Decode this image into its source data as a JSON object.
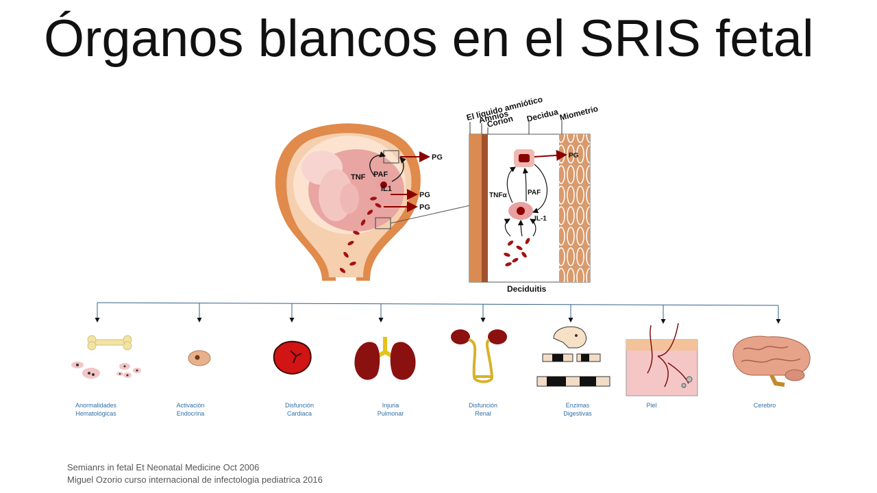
{
  "title": "Órganos blancos en el SRIS fetal",
  "uterus_labels": {
    "tnf": "TNF",
    "paf": "PAF",
    "il1": "IL1",
    "pg_top": "PG",
    "pg_mid": "PG",
    "pg_bot": "PG"
  },
  "layers": {
    "amniotic_fluid": "El liquido amniótico",
    "amnios": "Amnios",
    "corion": "Corion",
    "decidua": "Decidua",
    "miometrio": "Miometrio"
  },
  "inset_labels": {
    "pg": "PG",
    "tnfa": "TNFα",
    "paf": "PAF",
    "il1": "IL-1",
    "deciduitis": "Deciduitis"
  },
  "organs": [
    {
      "line1": "Anormalidades",
      "line2": "Hematológicas"
    },
    {
      "line1": "Activación",
      "line2": "Endocrina"
    },
    {
      "line1": "Disfunción",
      "line2": "Cardiaca"
    },
    {
      "line1": "Injuria",
      "line2": "Pulmonar"
    },
    {
      "line1": "Disfunción",
      "line2": "Renal"
    },
    {
      "line1": "Enzimas",
      "line2": "Digestivas"
    },
    {
      "line1": "Piel",
      "line2": ""
    },
    {
      "line1": "Cerebro",
      "line2": ""
    }
  ],
  "footer": {
    "line1": "Semianrs in fetal Et Neonatal Medicine Oct 2006",
    "line2": "Miguel Ozorio curso internacional de infectologia pediatrica 2016"
  }
}
